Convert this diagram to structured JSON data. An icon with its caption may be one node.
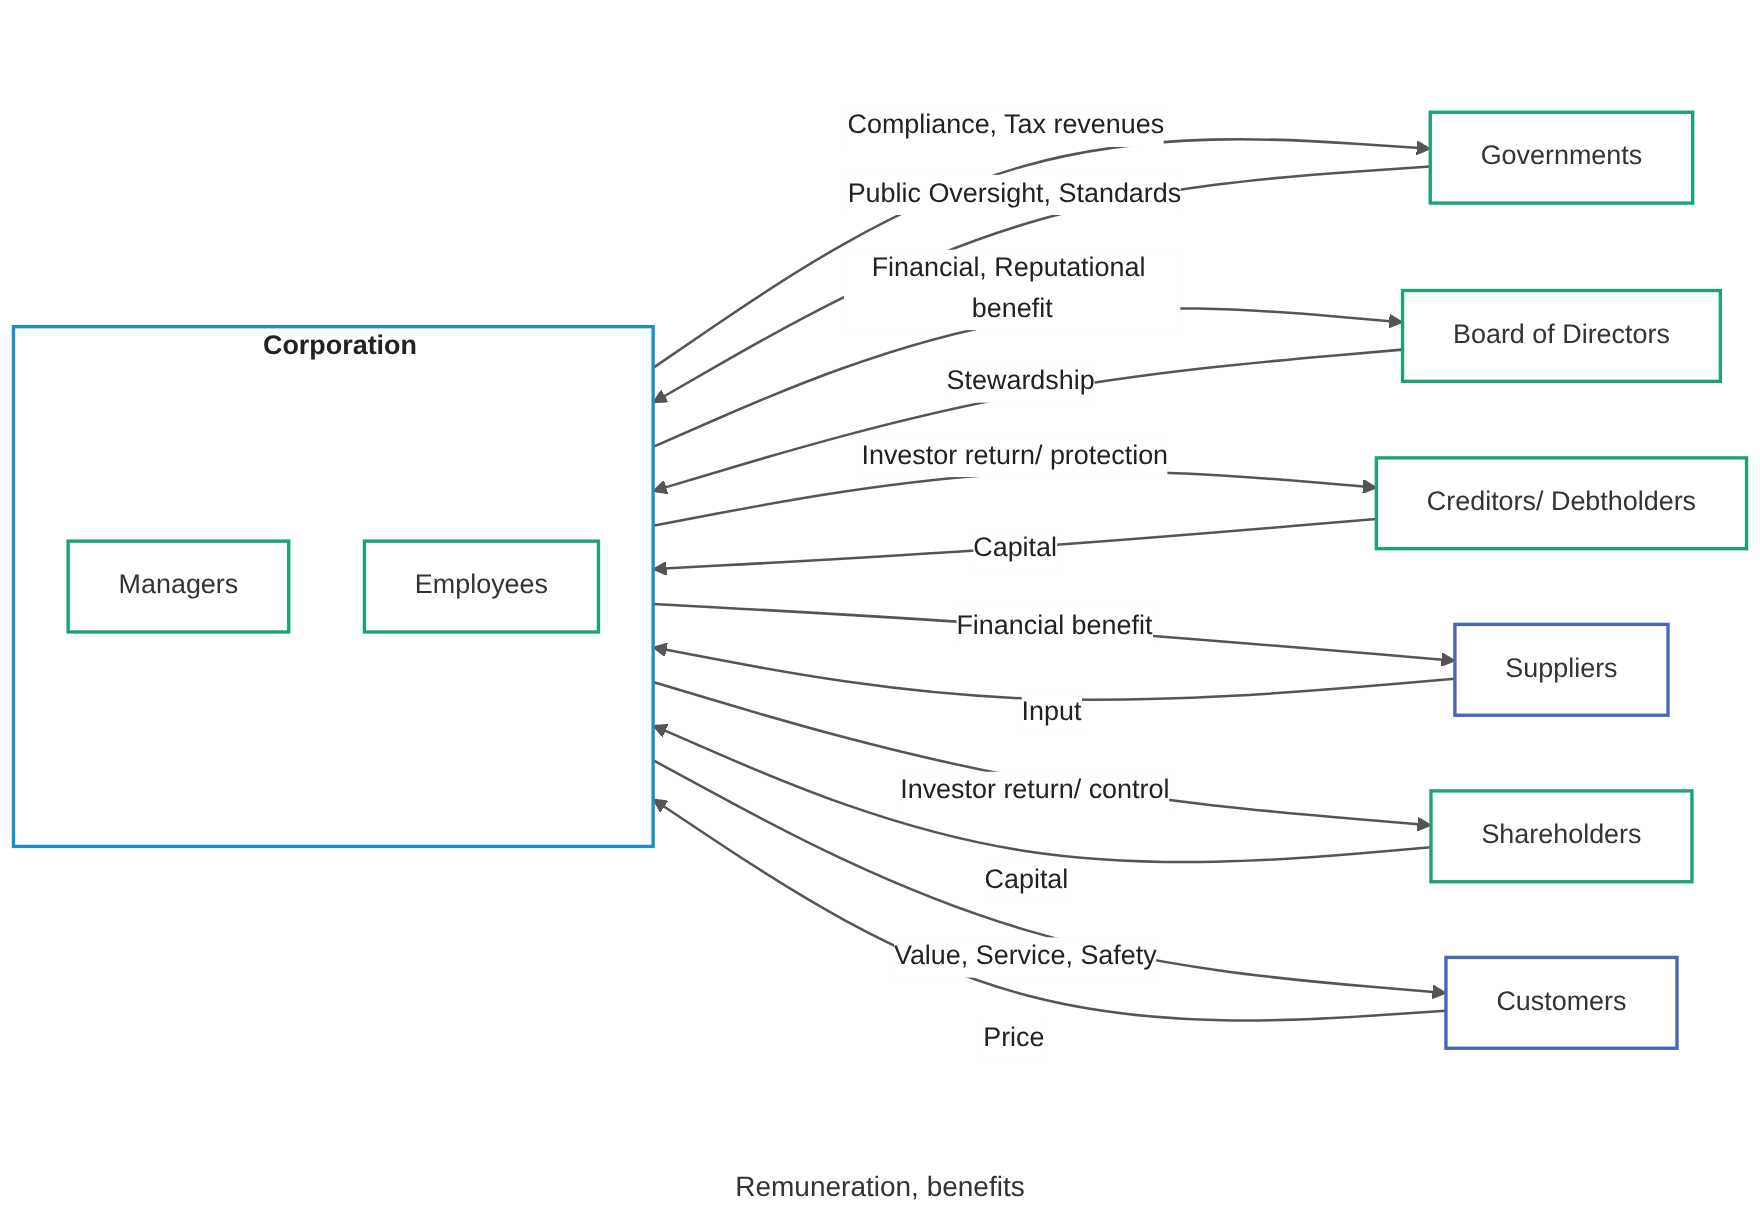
{
  "diagram": {
    "nodes": [
      {
        "text": [
          "Governments"
        ]
      },
      {
        "text": [
          "Board of Directors"
        ]
      },
      {
        "text": [
          "Corporation"
        ]
      },
      {
        "text": [
          "Managers"
        ],
        "in": 2
      },
      {
        "text": [
          "Employees"
        ],
        "in": 2
      },
      {
        "text": [
          "Creditors/ Debtholders"
        ]
      },
      {
        "text": [
          "Suppliers"
        ]
      },
      {
        "text": [
          "Shareholders"
        ]
      },
      {
        "text": [
          "Customers"
        ]
      }
    ],
    "edges": [
      {
        "from": 0,
        "to": 2,
        "arrow": "to",
        "label": "Public Oversight, Standards"
      },
      {
        "from": 2,
        "to": 0,
        "arrow": "to",
        "label": "Compliance, Tax revenues"
      },
      {
        "from": 1,
        "to": 2,
        "arrow": "to",
        "label": "Stewardship"
      },
      {
        "from": 2,
        "to": 1,
        "arrow": "to",
        "label": "Financial, Reputational benefit"
      },
      {
        "from": 5,
        "to": 2,
        "arrow": "to",
        "label": "Capital"
      },
      {
        "from": 2,
        "to": 5,
        "arrow": "to",
        "label": "Investor return/ protection"
      },
      {
        "from": 2,
        "to": 6,
        "arrow": "to",
        "label": "Financial benefit"
      },
      {
        "from": 6,
        "to": 2,
        "arrow": "to",
        "label": "Input"
      },
      {
        "from": 7,
        "to": 2,
        "arrow": "to",
        "label": "Capital"
      },
      {
        "from": 2,
        "to": 7,
        "arrow": "to",
        "label": "Investor return/ control"
      },
      {
        "from": 2,
        "to": 8,
        "arrow": "to",
        "label": "Value, Service, Safety"
      },
      {
        "from": 8,
        "to": 2,
        "arrow": "to",
        "label": "Price"
      }
    ],
    "labels": [
      "Remuneration, benefits"
    ]
  }
}
